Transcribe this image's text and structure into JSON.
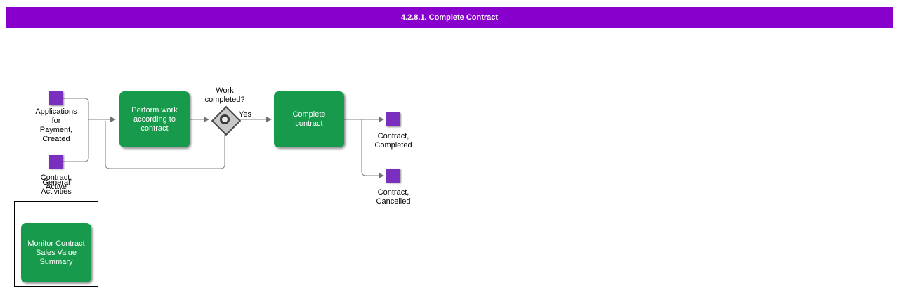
{
  "title_bar": {
    "text": "4.2.8.1. Complete Contract"
  },
  "events": {
    "applications_created": {
      "label": "Applications\nfor\nPayment,\nCreated"
    },
    "contract_active": {
      "label": "Contract,\nActive"
    },
    "general_activities": {
      "label": "General\nActivities"
    },
    "contract_completed": {
      "label": "Contract,\nCompleted"
    },
    "contract_cancelled": {
      "label": "Contract,\nCancelled"
    }
  },
  "tasks": {
    "perform_work": {
      "label": "Perform work\naccording to\ncontract"
    },
    "complete_contract": {
      "label": "Complete\ncontract"
    },
    "monitor_summary": {
      "label": "Monitor Contract\nSales Value\nSummary"
    }
  },
  "gateway": {
    "question": "Work\ncompleted?",
    "yes": "Yes"
  },
  "colors": {
    "title_bg": "#8800CC",
    "event_purple": "#7B2FBF",
    "task_green": "#189A4C",
    "connector_gray": "#808080",
    "gateway_fill": "#C8C8C8"
  }
}
